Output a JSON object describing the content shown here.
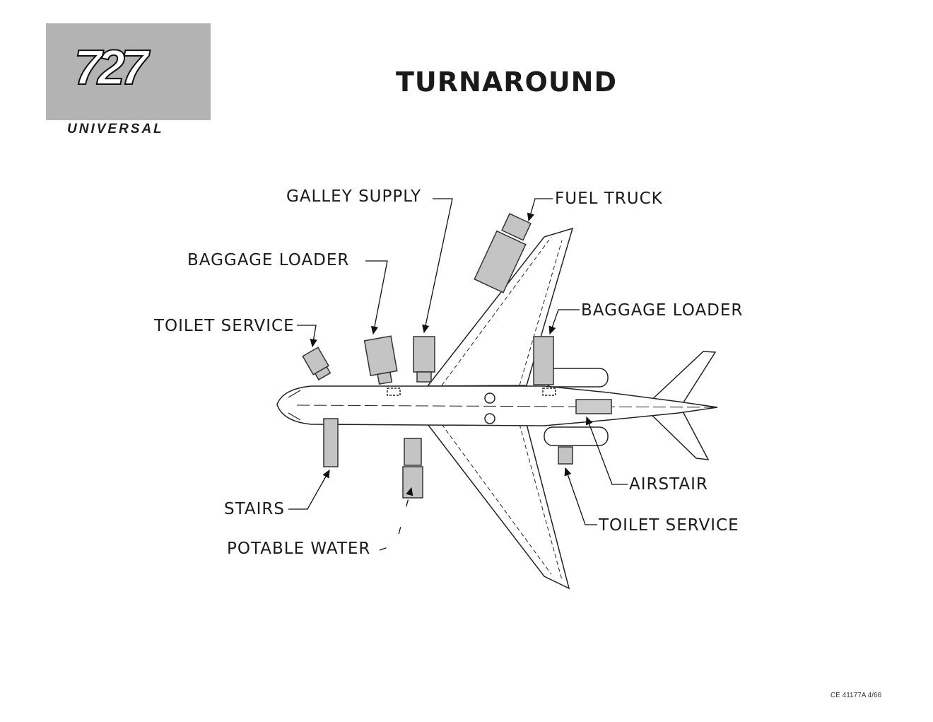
{
  "logo": {
    "model": "727",
    "subtitle": "UNIVERSAL"
  },
  "title": "TURNAROUND",
  "labels": {
    "galley_supply": "GALLEY SUPPLY",
    "fuel_truck": "FUEL TRUCK",
    "baggage_loader_fwd": "BAGGAGE LOADER",
    "toilet_service_fwd": "TOILET SERVICE",
    "baggage_loader_aft": "BAGGAGE LOADER",
    "stairs": "STAIRS",
    "potable_water": "POTABLE WATER",
    "airstair": "AIRSTAIR",
    "toilet_service_aft": "TOILET SERVICE"
  },
  "document_code": "CE 41177A 4/66"
}
